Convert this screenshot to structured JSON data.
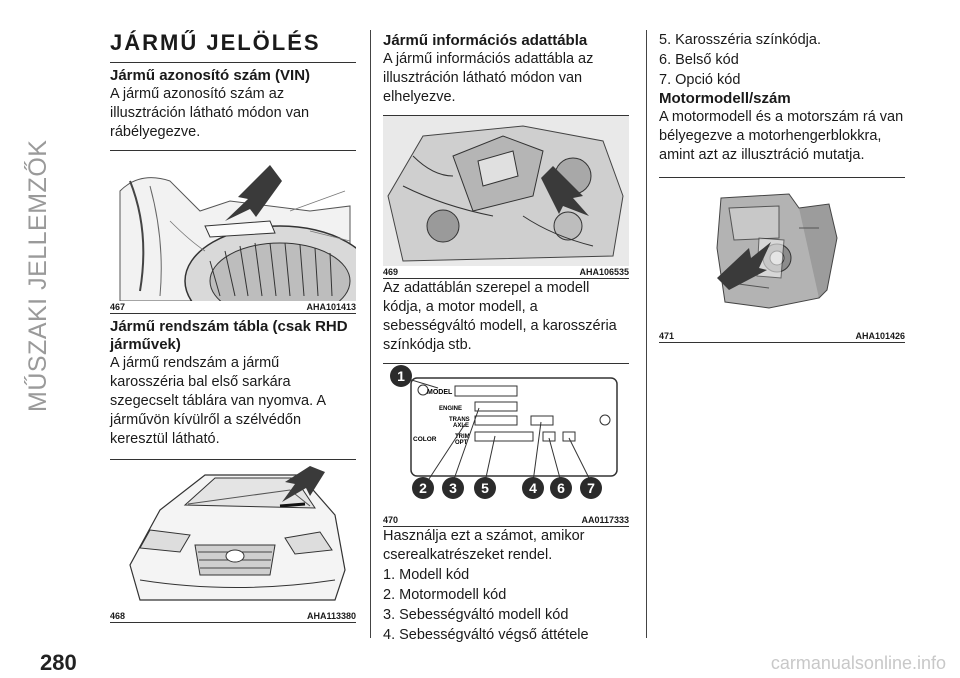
{
  "side_title": "MŰSZAKI JELLEMZŐK",
  "page_number": "280",
  "watermark": "carmanualsonline.info",
  "col1": {
    "chapter": "JÁRMŰ JELÖLÉS",
    "vin_title": "Jármű azonosító szám (VIN)",
    "vin_text": "A jármű azonosító szám az illusztráción látható módon van rábélyegezve.",
    "fig467": {
      "num": "467",
      "code": "AHA101413"
    },
    "plate_title": "Jármű rendszám tábla (csak RHD járművek)",
    "plate_text": "A jármű rendszám a jármű karosszéria bal első sarkára szegecselt táblára van nyomva. A járművön kívülről a szélvédőn keresztül látható.",
    "fig468": {
      "num": "468",
      "code": "AHA113380"
    }
  },
  "col2": {
    "info_title": "Jármű információs adattábla",
    "info_text": "A jármű információs adattábla az illusztráción látható módon van elhelyezve.",
    "fig469": {
      "num": "469",
      "code": "AHA106535"
    },
    "contents_text": "Az adattáblán szerepel a modell kódja, a motor modell, a sebességváltó modell, a karosszéria színkódja stb.",
    "fig470": {
      "num": "470",
      "code": "AA0117333",
      "labels": {
        "model": "MODEL",
        "engine": "ENGINE",
        "trans1": "TRANS",
        "trans2": "AXLE",
        "color": "COLOR",
        "trim1": "TRIM",
        "trim2": "OPT"
      },
      "markers": [
        "1",
        "2",
        "3",
        "5",
        "4",
        "6",
        "7"
      ]
    },
    "use_text": "Használja ezt a számot, amikor cserealkatrészeket rendel.",
    "items": [
      "1. Modell kód",
      "2. Motormodell kód",
      "3. Sebességváltó modell kód",
      "4. Sebességváltó végső áttétele"
    ]
  },
  "col3": {
    "items": [
      "5. Karosszéria színkódja.",
      "6. Belső kód",
      "7. Opció kód"
    ],
    "engine_title": "Motormodell/szám",
    "engine_text": "A motormodell és a motorszám rá van bélyegezve a motorhengerblokkra, amint azt az illusztráció mutatja.",
    "fig471": {
      "num": "471",
      "code": "AHA101426"
    }
  },
  "colors": {
    "marker": "#2b2b2b",
    "arrow": "#3a3a3a",
    "sidebar_text": "#9a9a9a"
  }
}
